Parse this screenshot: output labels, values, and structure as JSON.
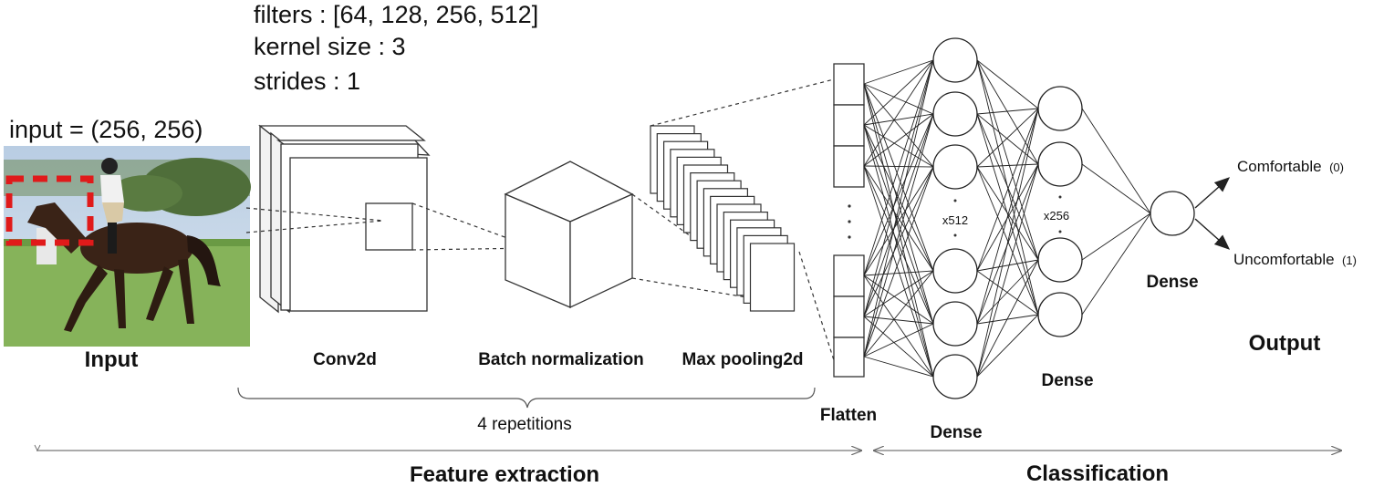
{
  "params": {
    "filters": "filters : [64, 128, 256, 512]",
    "kernel_size": "kernel size : 3",
    "strides": "strides : 1",
    "input": "input = (256, 256)"
  },
  "labels": {
    "input": "Input",
    "conv2d": "Conv2d",
    "batch_norm": "Batch normalization",
    "max_pool": "Max pooling2d",
    "repetitions": "4 repetitions",
    "flatten": "Flatten",
    "dense1": "Dense",
    "dense2": "Dense",
    "dense3": "Dense",
    "dense1_count": "x512",
    "dense2_count": "x256",
    "output": "Output",
    "feature_extraction": "Feature extraction",
    "classification": "Classification"
  },
  "outputs": [
    {
      "label": "Comfortable",
      "code": "(0)"
    },
    {
      "label": "Uncomfortable",
      "code": "(1)"
    }
  ],
  "colors": {
    "line": "#333333",
    "highlight_box": "#e01a1a"
  }
}
